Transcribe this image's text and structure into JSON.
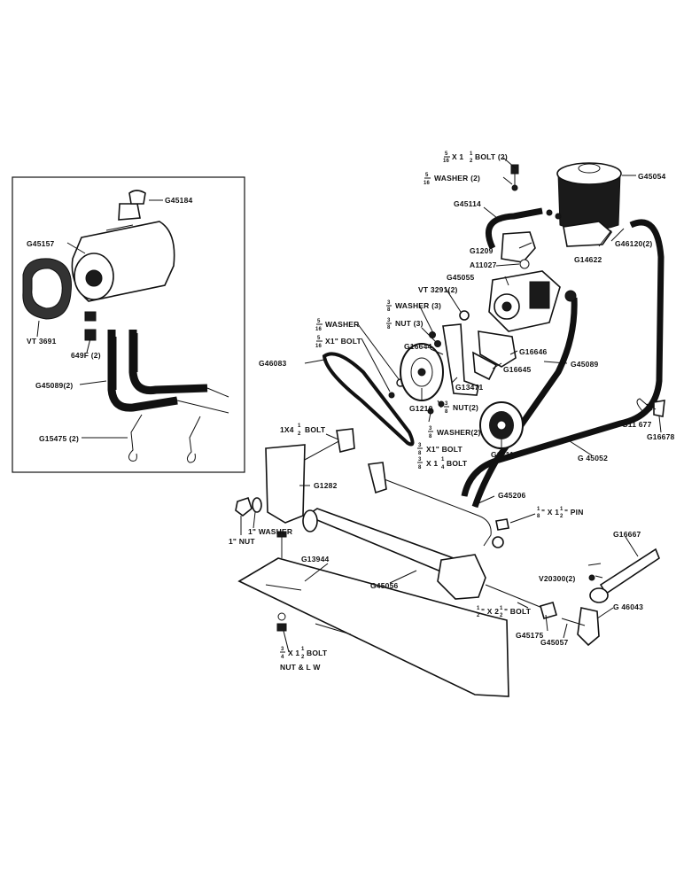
{
  "colors": {
    "ink": "#111111",
    "paper": "#ffffff"
  },
  "inset": {
    "labels": {
      "g45184": "G45184",
      "g45157": "G45157",
      "vt3691": "VT 3691",
      "p649f": "649F (2)",
      "g45089": "G45089(2)",
      "g15475": "G15475 (2)"
    }
  },
  "labels": {
    "bolt_top_a": "5",
    "bolt_top_b": "16",
    "bolt_top_c": "X 1",
    "bolt_top_d": "1",
    "bolt_top_e": "2",
    "bolt_top_f": "BOLT (2)",
    "washer_top_a": "5",
    "washer_top_b": "16",
    "washer_top_c": "WASHER (2)",
    "g45054": "G45054",
    "g45114": "G45114",
    "g1209": "G1209",
    "a11027": "A11027",
    "g14622": "G14622",
    "g46120": "G46120(2)",
    "g45055": "G45055",
    "vt3291": "VT 3291(2)",
    "washer3_a": "3",
    "washer3_b": "8",
    "washer3_c": "WASHER (3)",
    "nut3_a": "3",
    "nut3_b": "8",
    "nut3_c": "NUT (3)",
    "washer516_a": "5",
    "washer516_b": "16",
    "washer516_c": "WASHER",
    "bolt516_a": "5",
    "bolt516_b": "16",
    "bolt516_c": "X1\" BOLT",
    "g16644": "G16644",
    "g46083": "G46083",
    "g45089": "G45089",
    "g16646": "G16646",
    "g16645": "G16645",
    "g13471": "G13471",
    "g1210": "G1210",
    "nut2_a": "3",
    "nut2_b": "8",
    "nut2_c": "NUT(2)",
    "washer2_a": "3",
    "washer2_b": "8",
    "washer2_c": "WASHER(2)",
    "bolt38_a": "3",
    "bolt38_b": "8",
    "bolt38_c": "X1\" BOLT",
    "bolt38b_a": "3",
    "bolt38b_b": "8",
    "bolt38b_c": "X 1",
    "bolt38b_d": "1",
    "bolt38b_e": "4",
    "bolt38b_f": "BOLT",
    "g1211": "G1211",
    "g11677": "G11 677",
    "g16678": "G16678",
    "g45052": "G 45052",
    "bolt1x4_a": "1X4",
    "bolt1x4_b": "1",
    "bolt1x4_c": "2",
    "bolt1x4_d": "BOLT",
    "g1282": "G1282",
    "g45206": "G45206",
    "pin_a": "1",
    "pin_b": "8",
    "pin_c": "\" X 1",
    "pin_d": "1",
    "pin_e": "2",
    "pin_f": "\" PIN",
    "washer1": "1\" WASHER",
    "nut1": "1\" NUT",
    "g13944": "G13944",
    "g45056": "G45056",
    "g16667": "G16667",
    "v20300": "V20300(2)",
    "bolt2_a": "1",
    "bolt2_b": "2",
    "bolt2_c": "\" X 2",
    "bolt2_d": "1",
    "bolt2_e": "2",
    "bolt2_f": "\" BOLT",
    "g46043": "G 46043",
    "g45175": "G45175",
    "g45057": "G45057",
    "bolt34_a": "3",
    "bolt34_b": "4",
    "bolt34_c": "X 1",
    "bolt34_d": "1",
    "bolt34_e": "2",
    "bolt34_f": "BOLT",
    "bolt34_g": "NUT & L W"
  }
}
